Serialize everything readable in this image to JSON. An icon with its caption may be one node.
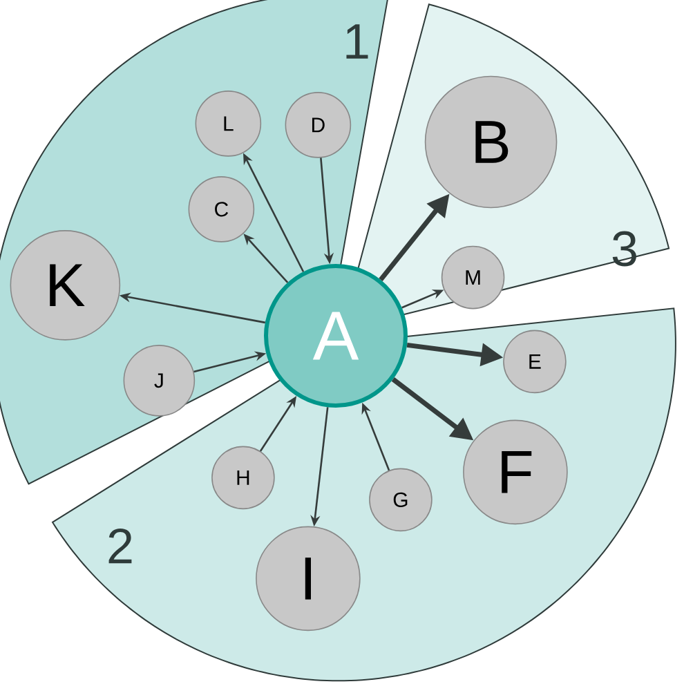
{
  "diagram": {
    "nodes": [
      {
        "text": [
          "1"
        ]
      },
      {
        "text": [
          "2"
        ]
      },
      {
        "text": [
          "3"
        ]
      },
      {
        "text": [
          "A"
        ]
      },
      {
        "text": [
          "L"
        ],
        "in": 0
      },
      {
        "text": [
          "D"
        ],
        "in": 0
      },
      {
        "text": [
          "C"
        ],
        "in": 0
      },
      {
        "text": [
          "K"
        ],
        "in": 0
      },
      {
        "text": [
          "J"
        ],
        "in": 0
      },
      {
        "text": [
          "B"
        ],
        "in": 2
      },
      {
        "text": [
          "M"
        ],
        "in": 2
      },
      {
        "text": [
          "E"
        ],
        "in": 1
      },
      {
        "text": [
          "F"
        ],
        "in": 1
      },
      {
        "text": [
          "H"
        ],
        "in": 1
      },
      {
        "text": [
          "G"
        ],
        "in": 1
      },
      {
        "text": [
          "I"
        ],
        "in": 1
      }
    ],
    "edges": [
      {
        "from": 3,
        "to": 4,
        "arrow": "to"
      },
      {
        "from": 5,
        "to": 3,
        "arrow": "to"
      },
      {
        "from": 3,
        "to": 6,
        "arrow": "to"
      },
      {
        "from": 3,
        "to": 7,
        "arrow": "to"
      },
      {
        "from": 8,
        "to": 3,
        "arrow": "to"
      },
      {
        "from": 3,
        "to": 9,
        "arrow": "to",
        "style": "thick"
      },
      {
        "from": 3,
        "to": 10,
        "arrow": "to"
      },
      {
        "from": 3,
        "to": 11,
        "arrow": "to",
        "style": "thick"
      },
      {
        "from": 3,
        "to": 12,
        "arrow": "to",
        "style": "thick"
      },
      {
        "from": 13,
        "to": 3,
        "arrow": "to"
      },
      {
        "from": 14,
        "to": 3,
        "arrow": "to"
      },
      {
        "from": 3,
        "to": 15,
        "arrow": "to"
      }
    ]
  }
}
